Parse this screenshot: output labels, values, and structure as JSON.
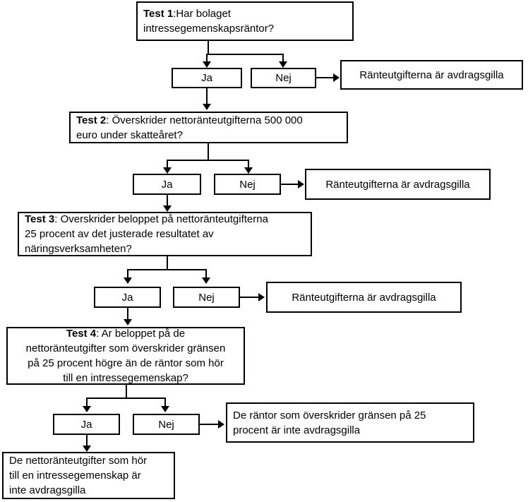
{
  "diagram": {
    "title_text": "Flowchart: tests for deductibility of interest expenses",
    "line_color": "#000000",
    "box_border_color": "#000000",
    "background_color": "#ffffff"
  },
  "nodes": {
    "test1": {
      "label_bold": "Test 1:",
      "label_rest": "Har bolaget",
      "text": "Test 1:Har bolaget\nintressegemenskapsräntor?"
    },
    "test1_ja": {
      "text": "Ja"
    },
    "test1_nej": {
      "text": "Nej"
    },
    "test1_result": {
      "text": "Ränteutgifterna  är avdragsgilla"
    },
    "test2": {
      "text": "Test 2: Överskrider  nettoränteutgifterna  500 000\neuro under skatteåret?"
    },
    "test2_ja": {
      "text": "Ja"
    },
    "test2_nej": {
      "text": "Nej"
    },
    "test2_result": {
      "text": "Ränteutgifterna  är avdragsgilla"
    },
    "test3": {
      "text": "Test 3: Overskrider  beloppet  på nettoränteutgifterna\n25 procent av det justerade  resultatet  av\nnäringsverksamheten?"
    },
    "test3_ja": {
      "text": "Ja"
    },
    "test3_nej": {
      "text": "Nej"
    },
    "test3_result": {
      "text": "Ränteutgifterna  är avdragsgilla"
    },
    "test4": {
      "text": "Test 4: Ar beloppet på de\nnettoränteutgifter  som överskrider gränsen\npå 25 procent högre än de räntor som  hör\ntill en intressegemenskap?"
    },
    "test4_ja": {
      "text": "Ja"
    },
    "test4_nej": {
      "text": "Nej"
    },
    "test4_result_nej": {
      "text": "De räntor som överskrider gränsen på 25\nprocent är inte avdragsgilla"
    },
    "test4_result_ja": {
      "text": "De nettoränteutgifter  som  hör\ntill en intressegemenskap  är\ninte avdragsgilla"
    }
  }
}
